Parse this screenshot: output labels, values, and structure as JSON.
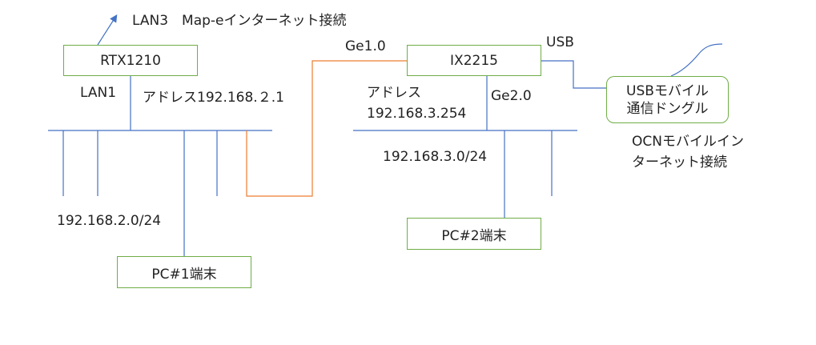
{
  "colors": {
    "line": "#4472c4",
    "link": "#ed7d31",
    "box_border": "#70ad47",
    "text": "#222222"
  },
  "icons": {
    "uplink_arrow": "arrow-up-right-icon",
    "antenna": "antenna-curve-icon"
  },
  "top_labels": {
    "lan3": "LAN3　Map-eインターネット接続",
    "ge10": "Ge1.0",
    "usb": "USB"
  },
  "rtx": {
    "name": "RTX1210",
    "lan1": "LAN1",
    "address": "アドレス192.168.２.1",
    "subnet": "192.168.2.0/24"
  },
  "ix": {
    "name": "IX2215",
    "address_label": "アドレス",
    "address_value": "192.168.3.254",
    "ge20": "Ge2.0",
    "subnet": "192.168.3.0/24"
  },
  "dongle": {
    "line1": "USBモバイル",
    "line2": "通信ドングル"
  },
  "ocn": {
    "line1": "OCNモバイルイン",
    "line2": "ターネット接続"
  },
  "pc1": {
    "name": "PC#1端末"
  },
  "pc2": {
    "name": "PC#2端末"
  }
}
